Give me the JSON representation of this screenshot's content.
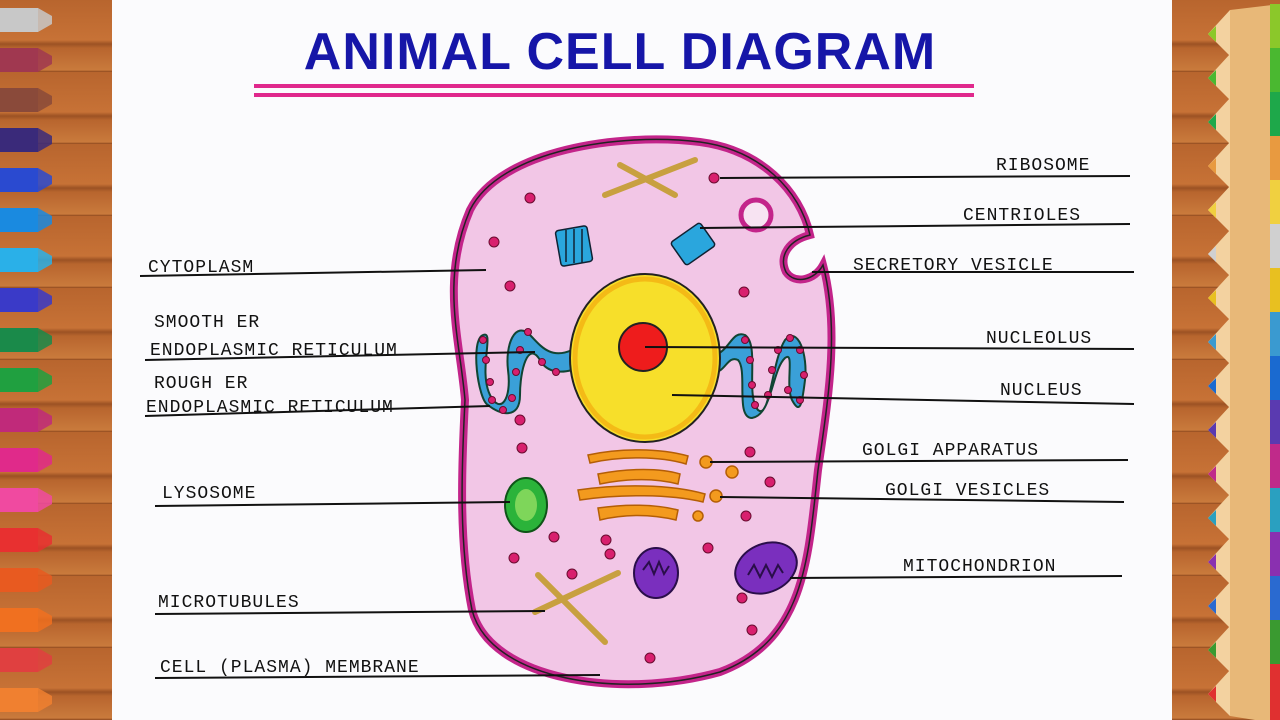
{
  "title": "ANIMAL CELL DIAGRAM",
  "labels": {
    "ribosome": "RIBOSOME",
    "centrioles": "CENTRIOLES",
    "secretory_vesicle": "SECRETORY VESICLE",
    "cytoplasm": "CYTOPLASM",
    "smooth_er_short": "SMOOTH ER",
    "smooth_er_long": "ENDOPLASMIC RETICULUM",
    "rough_er_short": "ROUGH ER",
    "rough_er_long": "ENDOPLASMIC RETICULUM",
    "nucleolus": "NUCLEOLUS",
    "nucleus": "NUCLEUS",
    "golgi_apparatus": "GOLGI APPARATUS",
    "golgi_vesicles": "GOLGI VESICLES",
    "lysosome": "LYSOSOME",
    "mitochondrion": "MITOCHONDRION",
    "microtubules": "MICROTUBULES",
    "cell_membrane": "CELL (PLASMA) MEMBRANE"
  },
  "colors": {
    "title": "#1616a8",
    "underline": "#e0288c",
    "cytoplasm": "#f2c6e6",
    "membrane": "#c3248a",
    "nucleus": "#f7df2a",
    "nucleolus": "#ee1c1c",
    "er": "#3aa0d8",
    "golgi": "#f39a1e",
    "lysosome": "#2bb33a",
    "mitochondrion": "#7a2fbe",
    "dots": "#d8206e"
  }
}
